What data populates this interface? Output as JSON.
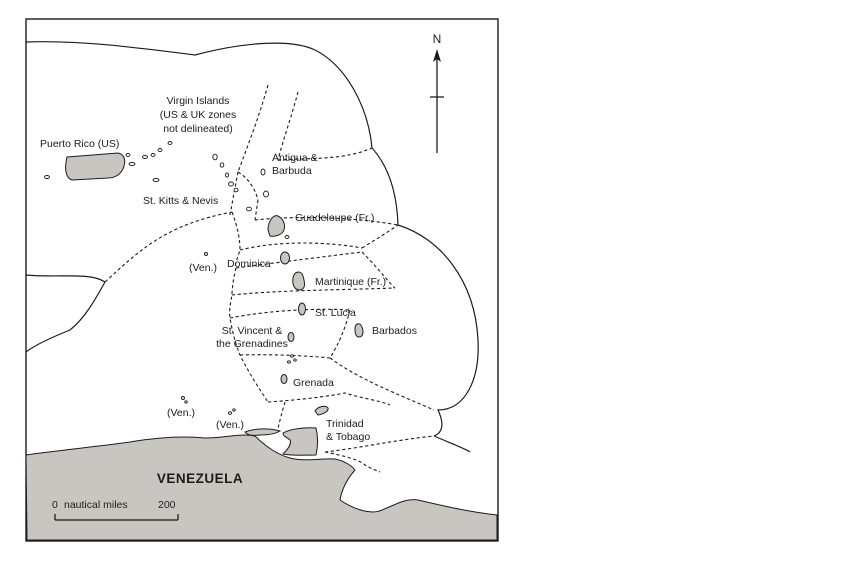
{
  "compass": {
    "north_label": "N"
  },
  "labels": {
    "virgin_islands": [
      "Virgin Islands",
      "(US & UK zones",
      "not delineated)"
    ],
    "puerto_rico": "Puerto Rico (US)",
    "antigua_barbuda": [
      "Antigua &",
      "Barbuda"
    ],
    "st_kitts_nevis": "St. Kitts & Nevis",
    "guadeloupe": "Guadeloupe (Fr.)",
    "ven_1": "(Ven.)",
    "dominica": "Dominica",
    "martinique": "Martinique (Fr.)",
    "st_lucia": "St. Lucia",
    "barbados": "Barbados",
    "st_vincent_grenadines": [
      "St. Vincent &",
      "the Grenadines"
    ],
    "grenada": "Grenada",
    "ven_2": "(Ven.)",
    "ven_3": "(Ven.)",
    "trinidad_tobago": [
      "Trinidad",
      "& Tobago"
    ],
    "venezuela": "VENEZUELA"
  },
  "scale_bar": {
    "start": "0",
    "unit": "nautical miles",
    "end": "200"
  },
  "colors": {
    "land": "#c9c6c1",
    "sea": "#ffffff",
    "line": "#1c1c1c",
    "border": "#1c1c1c"
  }
}
